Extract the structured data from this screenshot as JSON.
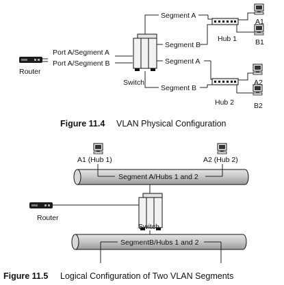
{
  "figure_1": {
    "number": "Figure 11.4",
    "caption": "VLAN Physical Configuration",
    "labels": {
      "segment_a_top": "Segment A",
      "segment_b_top": "Segment B",
      "segment_a_bottom": "Segment A",
      "segment_b_bottom": "Segment B",
      "hub_1": "Hub 1",
      "hub_2": "Hub 2",
      "a1": "A1",
      "b1": "B1",
      "a2": "A2",
      "b2": "B2",
      "port_a": "Port A/Segment A",
      "port_b": "Port A/Segment B",
      "router": "Router",
      "switch": "Switch"
    }
  },
  "figure_2": {
    "number": "Figure 11.5",
    "caption": "Logical Configuration of Two VLAN Segments",
    "labels": {
      "a1_hub1": "A1 (Hub 1)",
      "a2_hub2": "A2 (Hub 2)",
      "segment_a_hubs": "Segment A/Hubs 1 and 2",
      "segment_b_hubs": "SegmentB/Hubs 1 and 2",
      "router": "Router",
      "switch": "Switch"
    }
  }
}
